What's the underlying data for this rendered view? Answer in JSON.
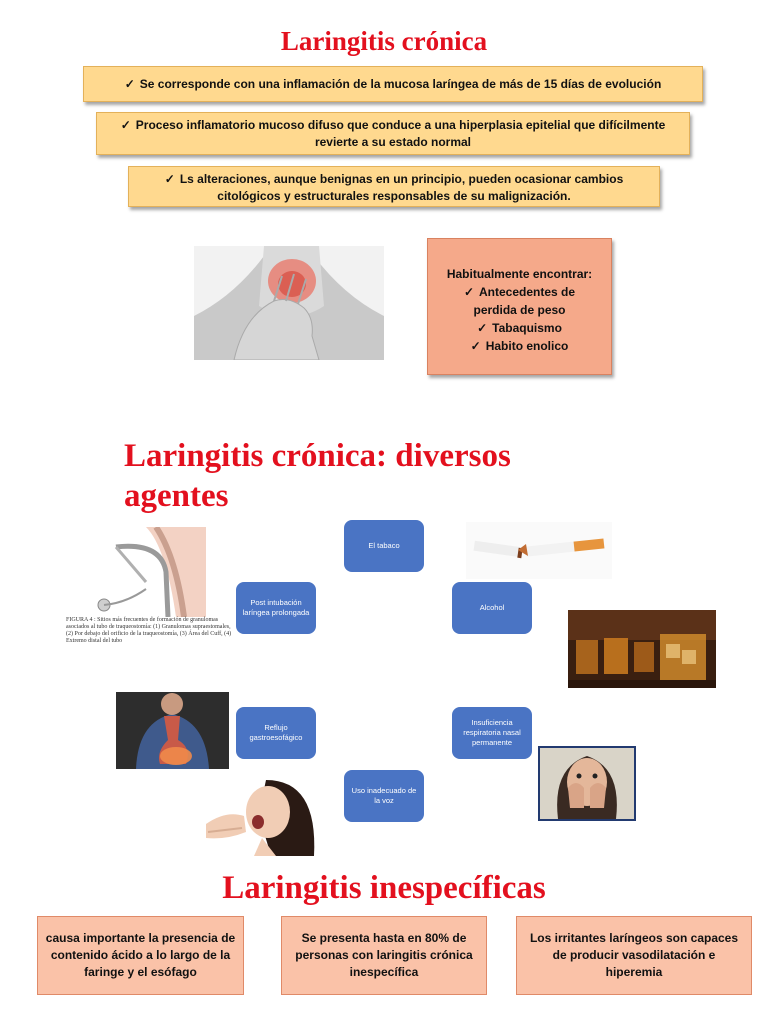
{
  "section1": {
    "title": "Laringitis crónica",
    "points": [
      "Se corresponde con una inflamación de la mucosa laríngea de más de 15 días de evolución",
      "Proceso inflamatorio mucoso difuso que conduce a una hiperplasia epitelial que difícilmente revierte a su estado normal",
      "Ls alteraciones, aunque benignas en un principio, pueden ocasionar cambios citológicos y estructurales responsables de su malignización."
    ],
    "check_icon": "✓",
    "finding": {
      "heading": "Habitualmente encontrar:",
      "items": [
        "Antecedentes de perdida de peso",
        "Tabaquismo",
        "Habito enolico"
      ]
    }
  },
  "section2": {
    "title": "Laringitis crónica: diversos agentes",
    "agents": {
      "tabaco": "El tabaco",
      "alcohol": "Alcohol",
      "insuficiencia": "Insuficiencia respiratoria nasal permanente",
      "voz": "Uso inadecuado de la voz",
      "reflujo": "Reflujo gastroesofágico",
      "intubacion": "Post intubación laríngea prolongada"
    },
    "figure_caption": "FIGURA 4 : Sitios más frecuentes de formación de granulomas asociados al tubo de traqueostomía: (1) Granulomas supraestomales, (2) Por debajo del orificio de la traqueostomía, (3) Área del Cuff, (4) Extremo distal del tubo"
  },
  "section3": {
    "title": "Laringitis inespecíficas",
    "boxes": [
      "causa importante la presencia de contenido ácido a lo largo de la faringe y el esófago",
      "Se presenta hasta en 80% de personas con laringitis crónica inespecífica",
      "Los irritantes laríngeos son capaces de producir vasodilatación e hiperemia"
    ]
  },
  "colors": {
    "title_red": "#e3101e",
    "yellow_box": "#ffd98f",
    "salmon_box": "#f5a98a",
    "node_blue": "#4a74c4"
  }
}
